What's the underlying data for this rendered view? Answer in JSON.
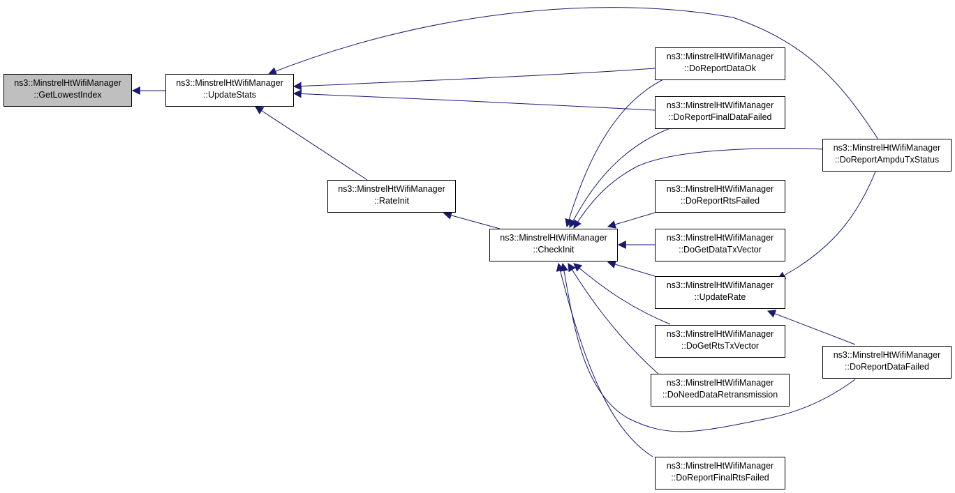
{
  "graph": {
    "edge_color": "#191970",
    "node_border_color": "#000000",
    "highlight_fill": "#bfbfbf",
    "nodes": {
      "get_lowest_index": {
        "ns": "ns3::MinstrelHtWifiManager",
        "fn": "::GetLowestIndex"
      },
      "update_stats": {
        "ns": "ns3::MinstrelHtWifiManager",
        "fn": "::UpdateStats"
      },
      "rate_init": {
        "ns": "ns3::MinstrelHtWifiManager",
        "fn": "::RateInit"
      },
      "check_init": {
        "ns": "ns3::MinstrelHtWifiManager",
        "fn": "::CheckInit"
      },
      "do_report_data_ok": {
        "ns": "ns3::MinstrelHtWifiManager",
        "fn": "::DoReportDataOk"
      },
      "do_report_final_data_failed": {
        "ns": "ns3::MinstrelHtWifiManager",
        "fn": "::DoReportFinalDataFailed"
      },
      "do_report_ampdu_tx_status": {
        "ns": "ns3::MinstrelHtWifiManager",
        "fn": "::DoReportAmpduTxStatus"
      },
      "do_report_rts_failed": {
        "ns": "ns3::MinstrelHtWifiManager",
        "fn": "::DoReportRtsFailed"
      },
      "do_get_data_tx_vector": {
        "ns": "ns3::MinstrelHtWifiManager",
        "fn": "::DoGetDataTxVector"
      },
      "update_rate": {
        "ns": "ns3::MinstrelHtWifiManager",
        "fn": "::UpdateRate"
      },
      "do_get_rts_tx_vector": {
        "ns": "ns3::MinstrelHtWifiManager",
        "fn": "::DoGetRtsTxVector"
      },
      "do_need_data_retransmission": {
        "ns": "ns3::MinstrelHtWifiManager",
        "fn": "::DoNeedDataRetransmission"
      },
      "do_report_data_failed": {
        "ns": "ns3::MinstrelHtWifiManager",
        "fn": "::DoReportDataFailed"
      },
      "do_report_final_rts_failed": {
        "ns": "ns3::MinstrelHtWifiManager",
        "fn": "::DoReportFinalRtsFailed"
      }
    }
  }
}
